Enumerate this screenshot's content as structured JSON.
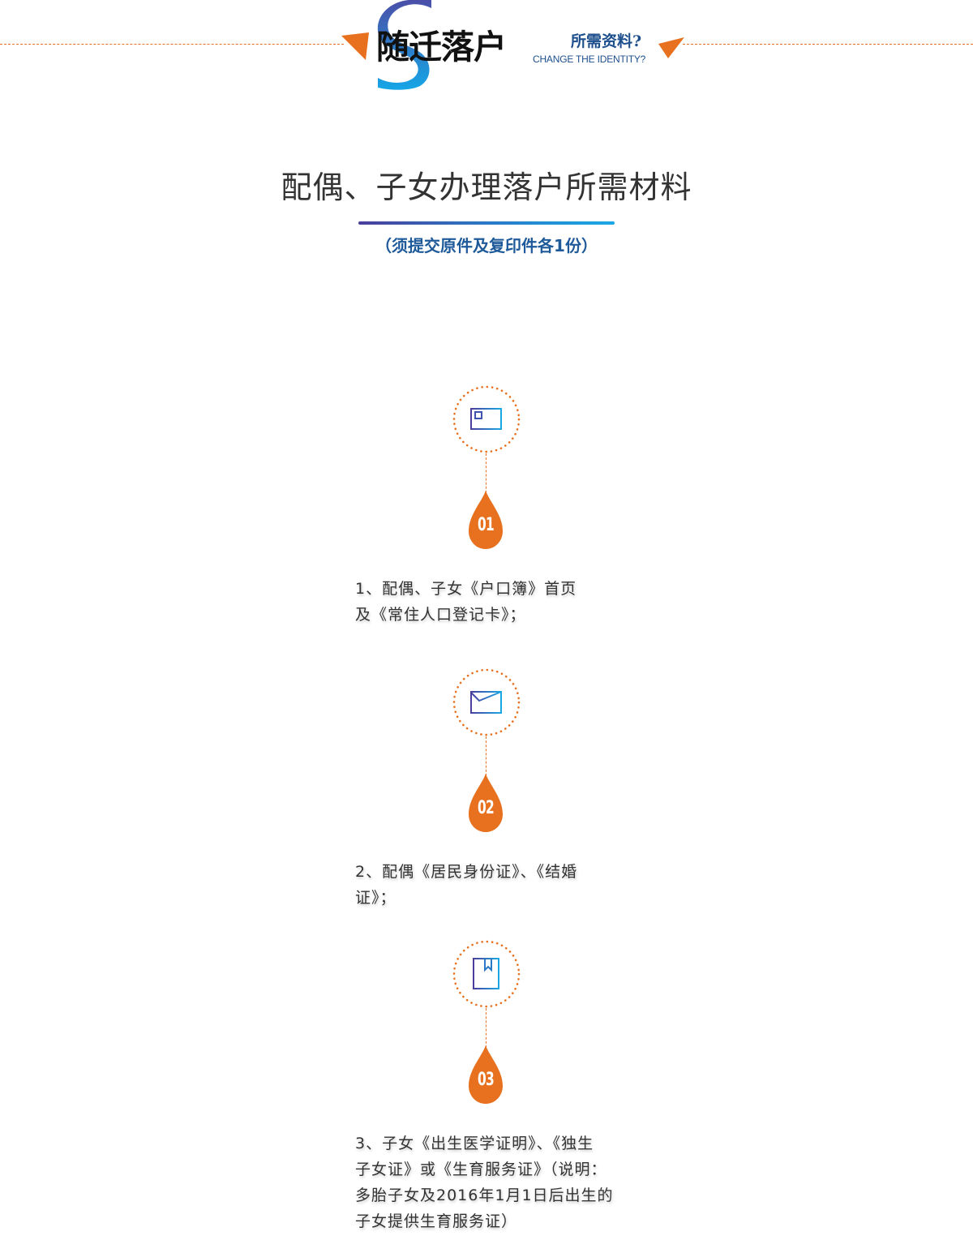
{
  "header": {
    "logo_letter": "S",
    "logo_title": "随迁落户",
    "question_cn": "所需资料?",
    "question_en": "CHANGE THE IDENTITY?"
  },
  "page": {
    "title": "配偶、子女办理落户所需材料",
    "subtitle": "（须提交原件及复印件各1份）"
  },
  "colors": {
    "accent_orange": "#e8711f",
    "brand_blue": "#1d4f8c",
    "gradient_start": "#4a3f9c",
    "gradient_end": "#1aa8e4",
    "text": "#333333"
  },
  "steps": [
    {
      "icon": "id-card-icon",
      "number": "01",
      "lines": [
        "1、配偶、子女《户口簿》首页",
        "及《常住人口登记卡》；"
      ]
    },
    {
      "icon": "envelope-icon",
      "number": "02",
      "lines": [
        "2、配偶《居民身份证》、《结婚",
        "证》；"
      ]
    },
    {
      "icon": "bookmark-book-icon",
      "number": "03",
      "lines": [
        "3、子女《出生医学证明》、《独生",
        "子女证》或《生育服务证》（说明：",
        "多胎子女及2016年1月1日后出生的",
        "子女提供生育服务证）"
      ]
    }
  ]
}
